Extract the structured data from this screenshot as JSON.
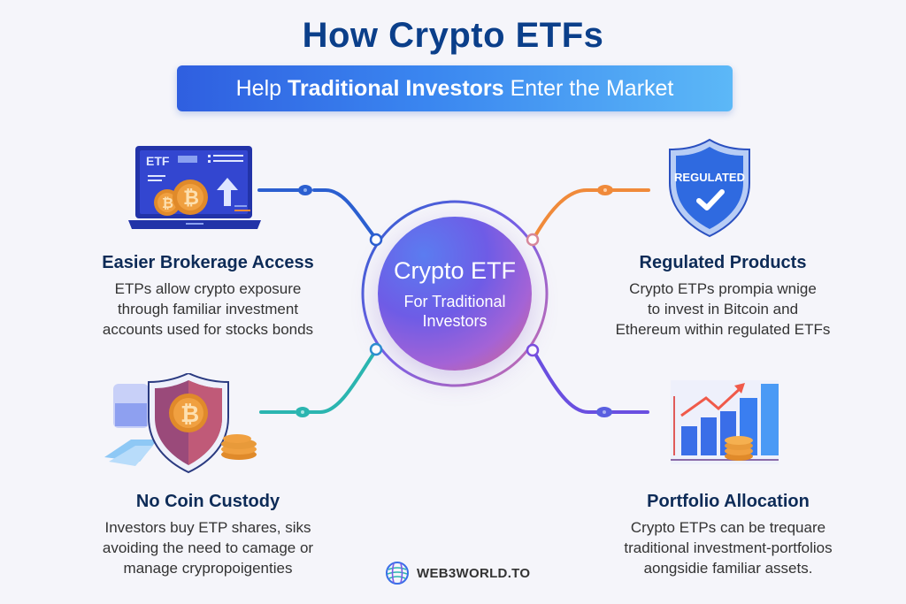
{
  "header": {
    "title": "How Crypto ETFs",
    "subtitle": {
      "prefix": "Help",
      "emphasis": "Traditional Investors",
      "suffix": "Enter the Market"
    }
  },
  "hub": {
    "title": "Crypto ETF",
    "line1": "For Traditional",
    "line2": "Investors"
  },
  "features": [
    {
      "heading": "Easier Brokerage Access",
      "lines": [
        "ETPs allow crypto exposure",
        "through familiar investment",
        "accounts used for stocks bonds"
      ],
      "icon": "laptop-etf-bitcoin-icon",
      "icon_label": "ETF",
      "connector_color": "#2b5fd0"
    },
    {
      "heading": "Regulated Products",
      "lines": [
        "Crypto ETPs prompia wnige",
        "to invest in Bitcoin and",
        "Ethereum within regulated ETFs"
      ],
      "icon": "regulated-shield-icon",
      "icon_label": "REGULATED",
      "connector_color": "#f08a3a"
    },
    {
      "heading": "No Coin Custody",
      "lines": [
        "Investors buy ETP shares, siks",
        "avoiding the need to camage or",
        "manage crypropoigenties"
      ],
      "icon": "custody-shield-bitcoin-icon",
      "connector_color": "#2bb5b0"
    },
    {
      "heading": "Portfolio Allocation",
      "lines": [
        "Crypto ETPs can be trequare",
        "traditional investment-portfolios",
        "aongsidie familiar assets."
      ],
      "icon": "portfolio-growth-chart-icon",
      "connector_color": "#6a4fe0"
    }
  ],
  "footer": {
    "brand": "WEB3WORLD.TO",
    "icon": "globe-logo-icon"
  },
  "colors": {
    "background": "#f5f5fa",
    "title": "#0b3f8a",
    "heading": "#0d2b57",
    "banner_start": "#2f5fe0",
    "banner_end": "#5cb8f7"
  }
}
